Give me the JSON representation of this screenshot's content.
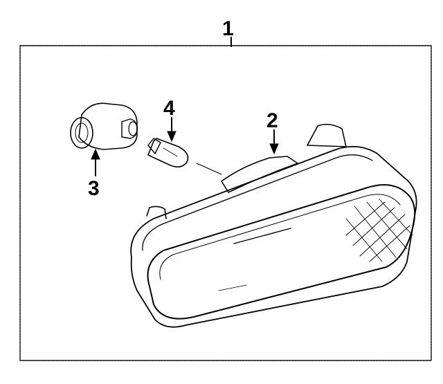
{
  "diagram": {
    "callouts": {
      "assembly": "1",
      "lens_housing": "2",
      "socket": "3",
      "bulb": "4"
    },
    "colors": {
      "line": "#000000",
      "background": "#ffffff"
    }
  }
}
